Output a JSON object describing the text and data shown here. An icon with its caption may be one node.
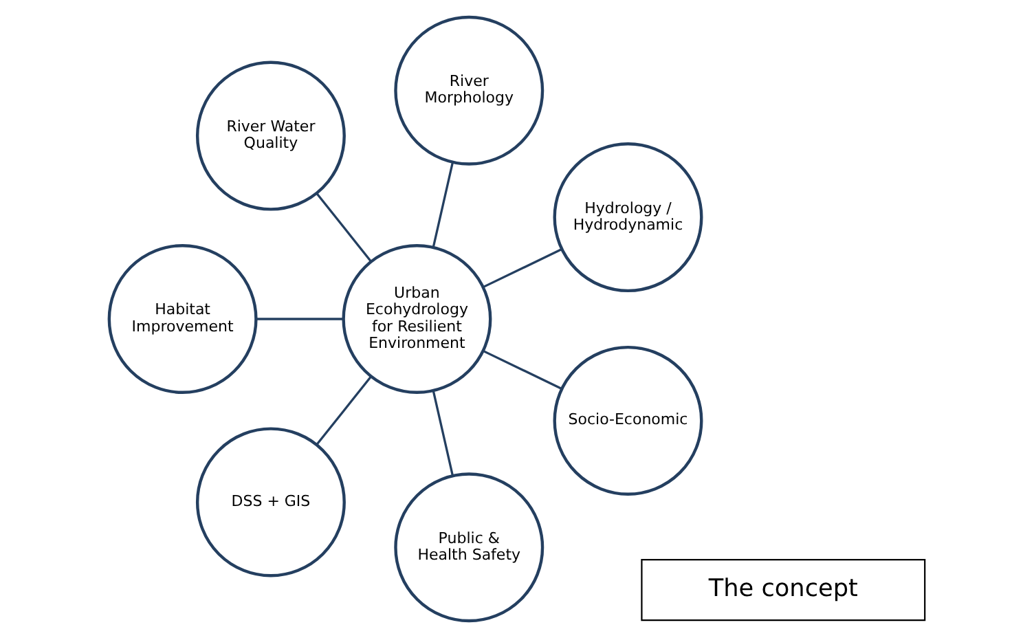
{
  "diagram": {
    "nodes": [
      {
        "text": [
          "Urban Ecohydrology for Resilient Environment"
        ]
      },
      {
        "text": [
          "Hydrology / Hydrodynamic"
        ]
      },
      {
        "text": [
          "River Morphology"
        ]
      },
      {
        "text": [
          "River Water Quality"
        ]
      },
      {
        "text": [
          "Habitat Improvement"
        ]
      },
      {
        "text": [
          "DSS + GIS"
        ]
      },
      {
        "text": [
          "Public & Health Safety"
        ]
      },
      {
        "text": [
          "Socio-Economic"
        ]
      },
      {
        "text": [
          "The concept"
        ]
      }
    ],
    "edges": [
      {
        "from": 0,
        "to": 1,
        "arrow": "none"
      },
      {
        "from": 0,
        "to": 2,
        "arrow": "none"
      },
      {
        "from": 0,
        "to": 3,
        "arrow": "none"
      },
      {
        "from": 0,
        "to": 4,
        "arrow": "none"
      },
      {
        "from": 0,
        "to": 5,
        "arrow": "none"
      },
      {
        "from": 0,
        "to": 6,
        "arrow": "none"
      },
      {
        "from": 0,
        "to": 7,
        "arrow": "none"
      }
    ]
  }
}
